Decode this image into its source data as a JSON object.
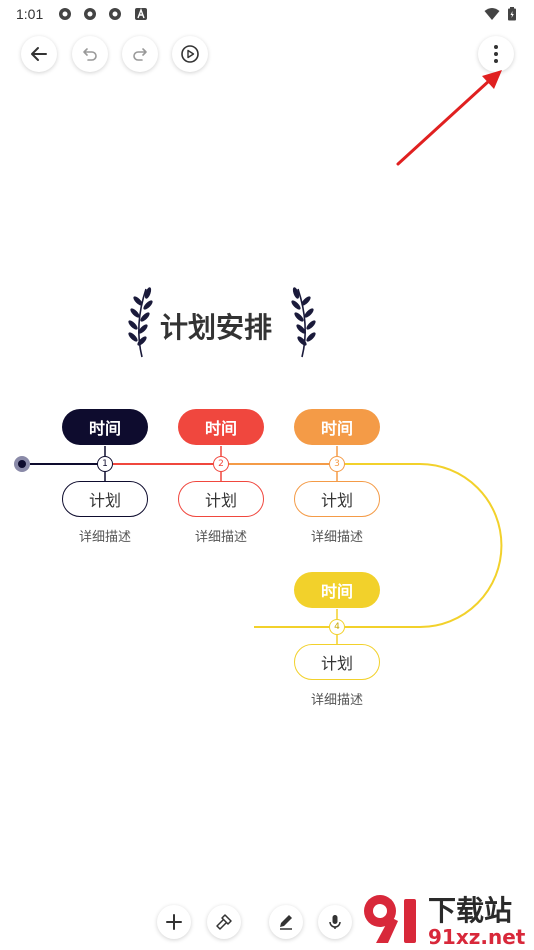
{
  "status_bar": {
    "time": "1:01"
  },
  "document": {
    "title": "计划安排"
  },
  "timeline": {
    "steps": [
      {
        "number": "1",
        "time": "时间",
        "plan": "计划",
        "description": "详细描述",
        "color": "#0e0c2e"
      },
      {
        "number": "2",
        "time": "时间",
        "plan": "计划",
        "description": "详细描述",
        "color": "#f0473e"
      },
      {
        "number": "3",
        "time": "时间",
        "plan": "计划",
        "description": "详细描述",
        "color": "#f49b47"
      },
      {
        "number": "4",
        "time": "时间",
        "plan": "计划",
        "description": "详细描述",
        "color": "#f2d12b"
      }
    ]
  },
  "watermark": {
    "brand": "下载站",
    "domain": "91xz.net"
  },
  "icons": {
    "back": "arrow-left-icon",
    "undo": "undo-icon",
    "redo": "redo-icon",
    "play": "play-icon",
    "more": "more-vertical-icon",
    "add": "plus-icon",
    "hammer": "hammer-icon",
    "pen": "pen-icon",
    "mic": "microphone-icon"
  },
  "colors": {
    "accent_arrow": "#e02020"
  }
}
